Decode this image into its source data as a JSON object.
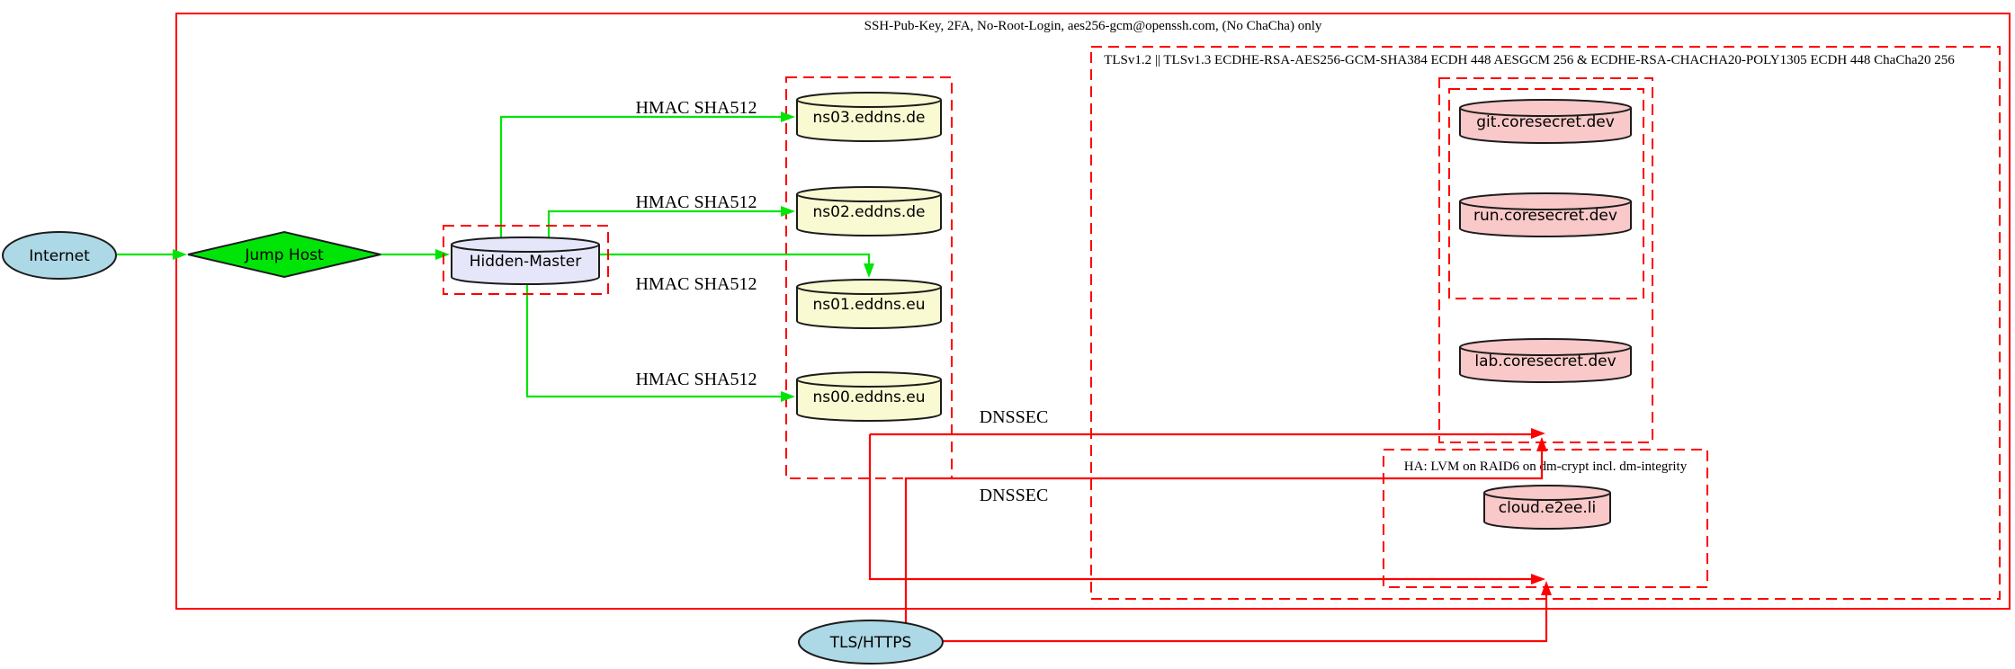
{
  "colors": {
    "red": "#ff0000",
    "green": "#00e408",
    "node_border": "#1c1c1c",
    "lightblue": "#add8e6",
    "lavender": "#e6e6fa",
    "lightyellow": "#fafad2",
    "pink": "#f9c8c8"
  },
  "clusters": {
    "ssh": {
      "label": "SSH-Pub-Key, 2FA, No-Root-Login, aes256-gcm@openssh.com, (No ChaCha) only"
    },
    "tls": {
      "label": "TLSv1.2 || TLSv1.3 ECDHE-RSA-AES256-GCM-SHA384 ECDH 448 AESGCM 256 & ECDHE-RSA-CHACHA20-POLY1305 ECDH 448 ChaCha20 256"
    },
    "ha": {
      "label": "HA: LVM on RAID6 on dm-crypt incl. dm-integrity"
    }
  },
  "nodes": {
    "internet": {
      "label": "Internet"
    },
    "jump_host": {
      "label": "Jump Host"
    },
    "hidden_master": {
      "label": "Hidden-Master"
    },
    "ns03": {
      "label": "ns03.eddns.de"
    },
    "ns02": {
      "label": "ns02.eddns.de"
    },
    "ns01": {
      "label": "ns01.eddns.eu"
    },
    "ns00": {
      "label": "ns00.eddns.eu"
    },
    "git": {
      "label": "git.coresecret.dev"
    },
    "run": {
      "label": "run.coresecret.dev"
    },
    "lab": {
      "label": "lab.coresecret.dev"
    },
    "cloud": {
      "label": "cloud.e2ee.li"
    },
    "tls_https": {
      "label": "TLS/HTTPS"
    }
  },
  "edge_labels": {
    "hmac": [
      "HMAC SHA512",
      "HMAC SHA512",
      "HMAC SHA512",
      "HMAC SHA512"
    ],
    "dnssec": [
      "DNSSEC",
      "DNSSEC"
    ]
  }
}
